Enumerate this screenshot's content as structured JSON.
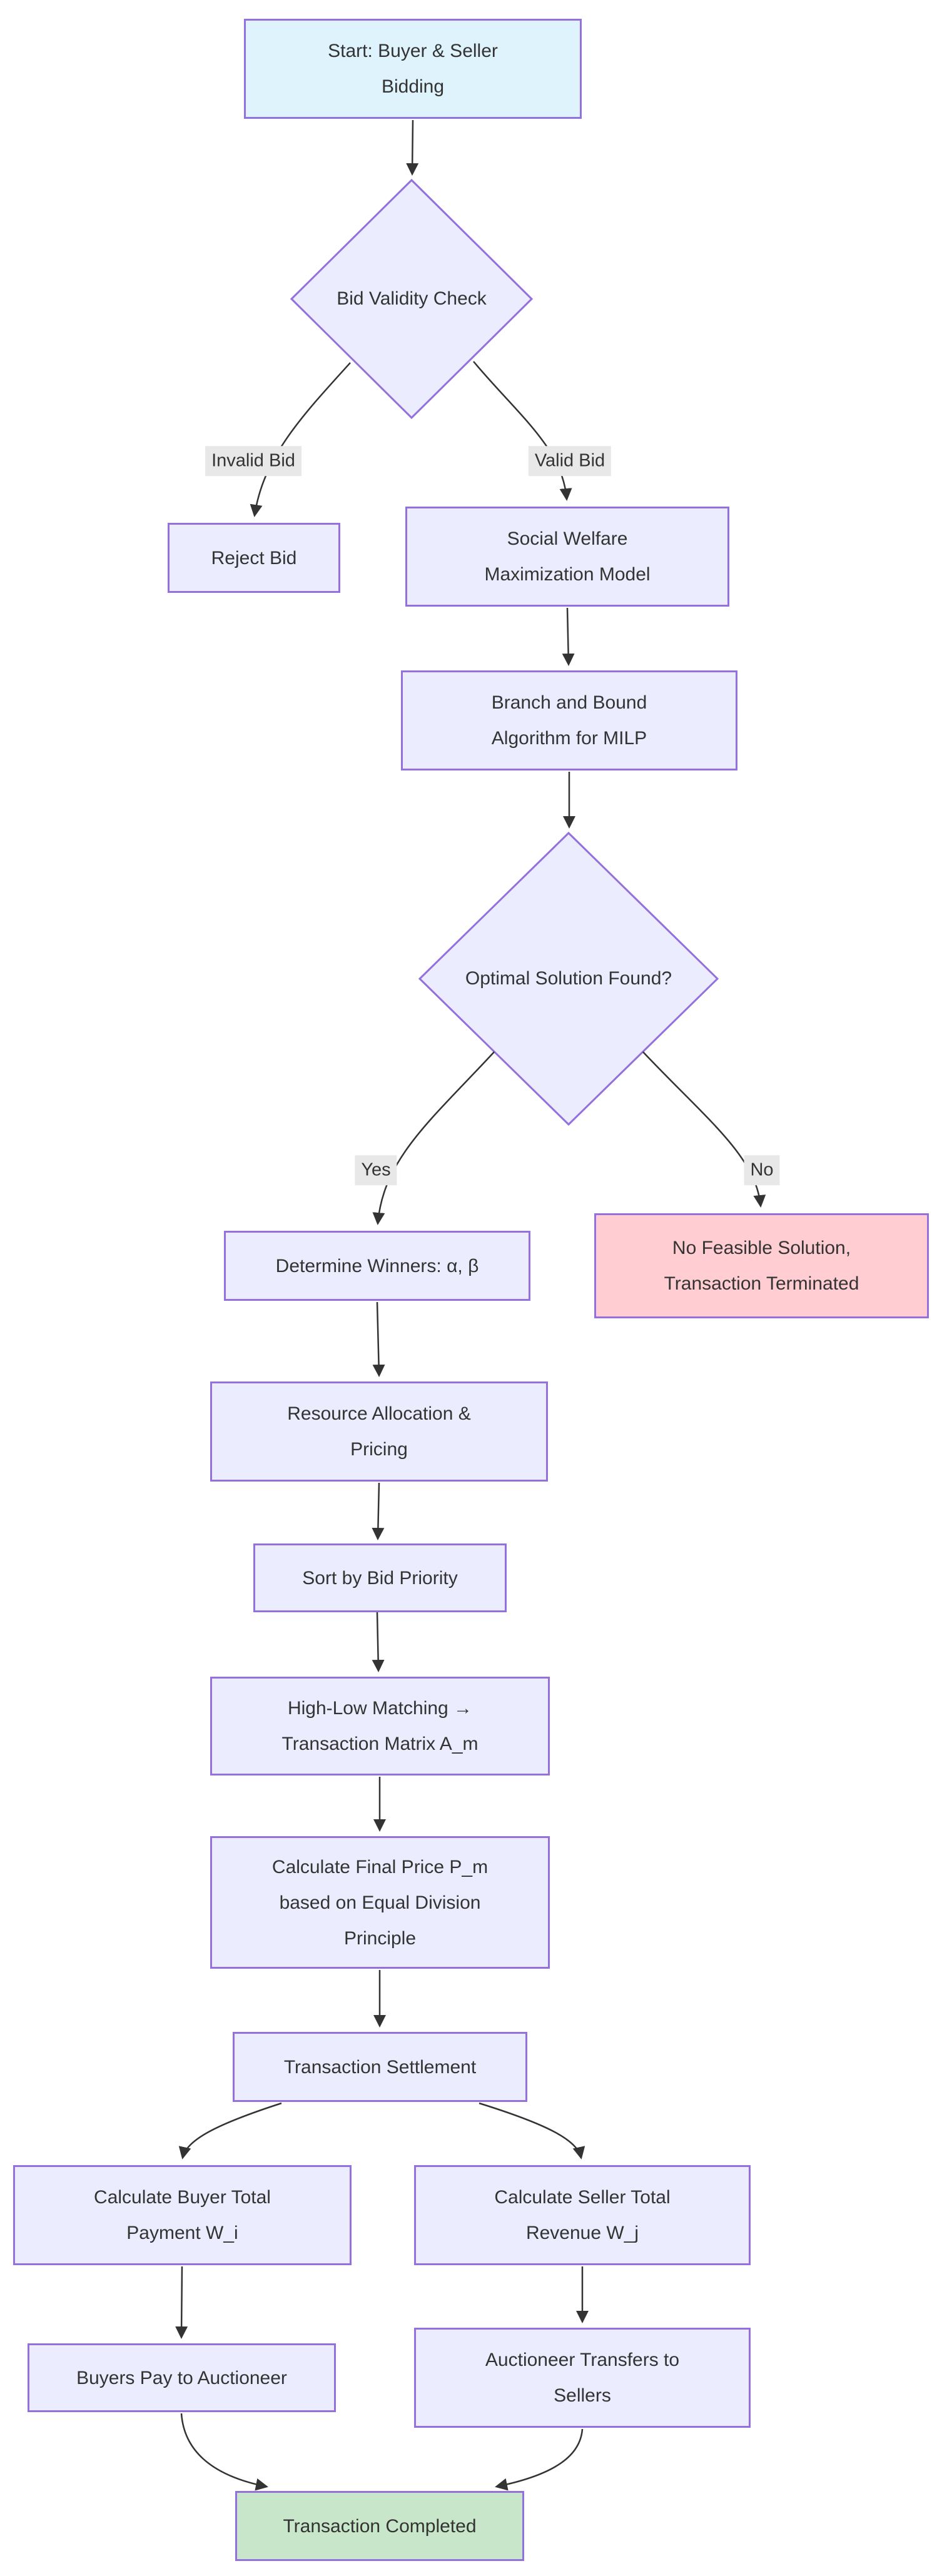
{
  "diagram_type": "flowchart",
  "colors": {
    "background": "#ffffff",
    "node_fill": "#ECECFF",
    "node_border": "#9370DB",
    "start_fill": "#DEF3FC",
    "error_fill": "#FFCDD2",
    "success_fill": "#C8E6C9",
    "edge_stroke": "#333333",
    "text": "#333333",
    "edge_label_bg": "#e8e8e8"
  },
  "nodes": {
    "start": {
      "lines": [
        "Start: Buyer & Seller",
        "Bidding"
      ]
    },
    "bid_validity": {
      "lines": [
        "Bid Validity Check"
      ]
    },
    "reject": {
      "lines": [
        "Reject Bid"
      ]
    },
    "social_welfare": {
      "lines": [
        "Social Welfare",
        "Maximization Model"
      ]
    },
    "branch_bound": {
      "lines": [
        "Branch and Bound",
        "Algorithm for MILP"
      ]
    },
    "optimal": {
      "lines": [
        "Optimal Solution Found?"
      ]
    },
    "determine_winners": {
      "lines": [
        "Determine Winners: α, β"
      ]
    },
    "no_feasible": {
      "lines": [
        "No Feasible Solution,",
        "Transaction Terminated"
      ]
    },
    "resource_allocation": {
      "lines": [
        "Resource Allocation &",
        "Pricing"
      ]
    },
    "sort_priority": {
      "lines": [
        "Sort by Bid Priority"
      ]
    },
    "high_low_matching": {
      "lines": [
        "High-Low Matching →",
        "Transaction Matrix A_m"
      ]
    },
    "final_price": {
      "lines": [
        "Calculate Final Price P_m",
        "based on Equal Division",
        "Principle"
      ]
    },
    "settlement": {
      "lines": [
        "Transaction Settlement"
      ]
    },
    "buyer_payment": {
      "lines": [
        "Calculate Buyer Total",
        "Payment W_i"
      ]
    },
    "seller_revenue": {
      "lines": [
        "Calculate Seller Total",
        "Revenue W_j"
      ]
    },
    "buyers_pay": {
      "lines": [
        "Buyers Pay to Auctioneer"
      ]
    },
    "auctioneer_transfers": {
      "lines": [
        "Auctioneer Transfers to",
        "Sellers"
      ]
    },
    "completed": {
      "lines": [
        "Transaction Completed"
      ]
    }
  },
  "edge_labels": {
    "invalid": "Invalid Bid",
    "valid": "Valid Bid",
    "yes": "Yes",
    "no": "No"
  }
}
